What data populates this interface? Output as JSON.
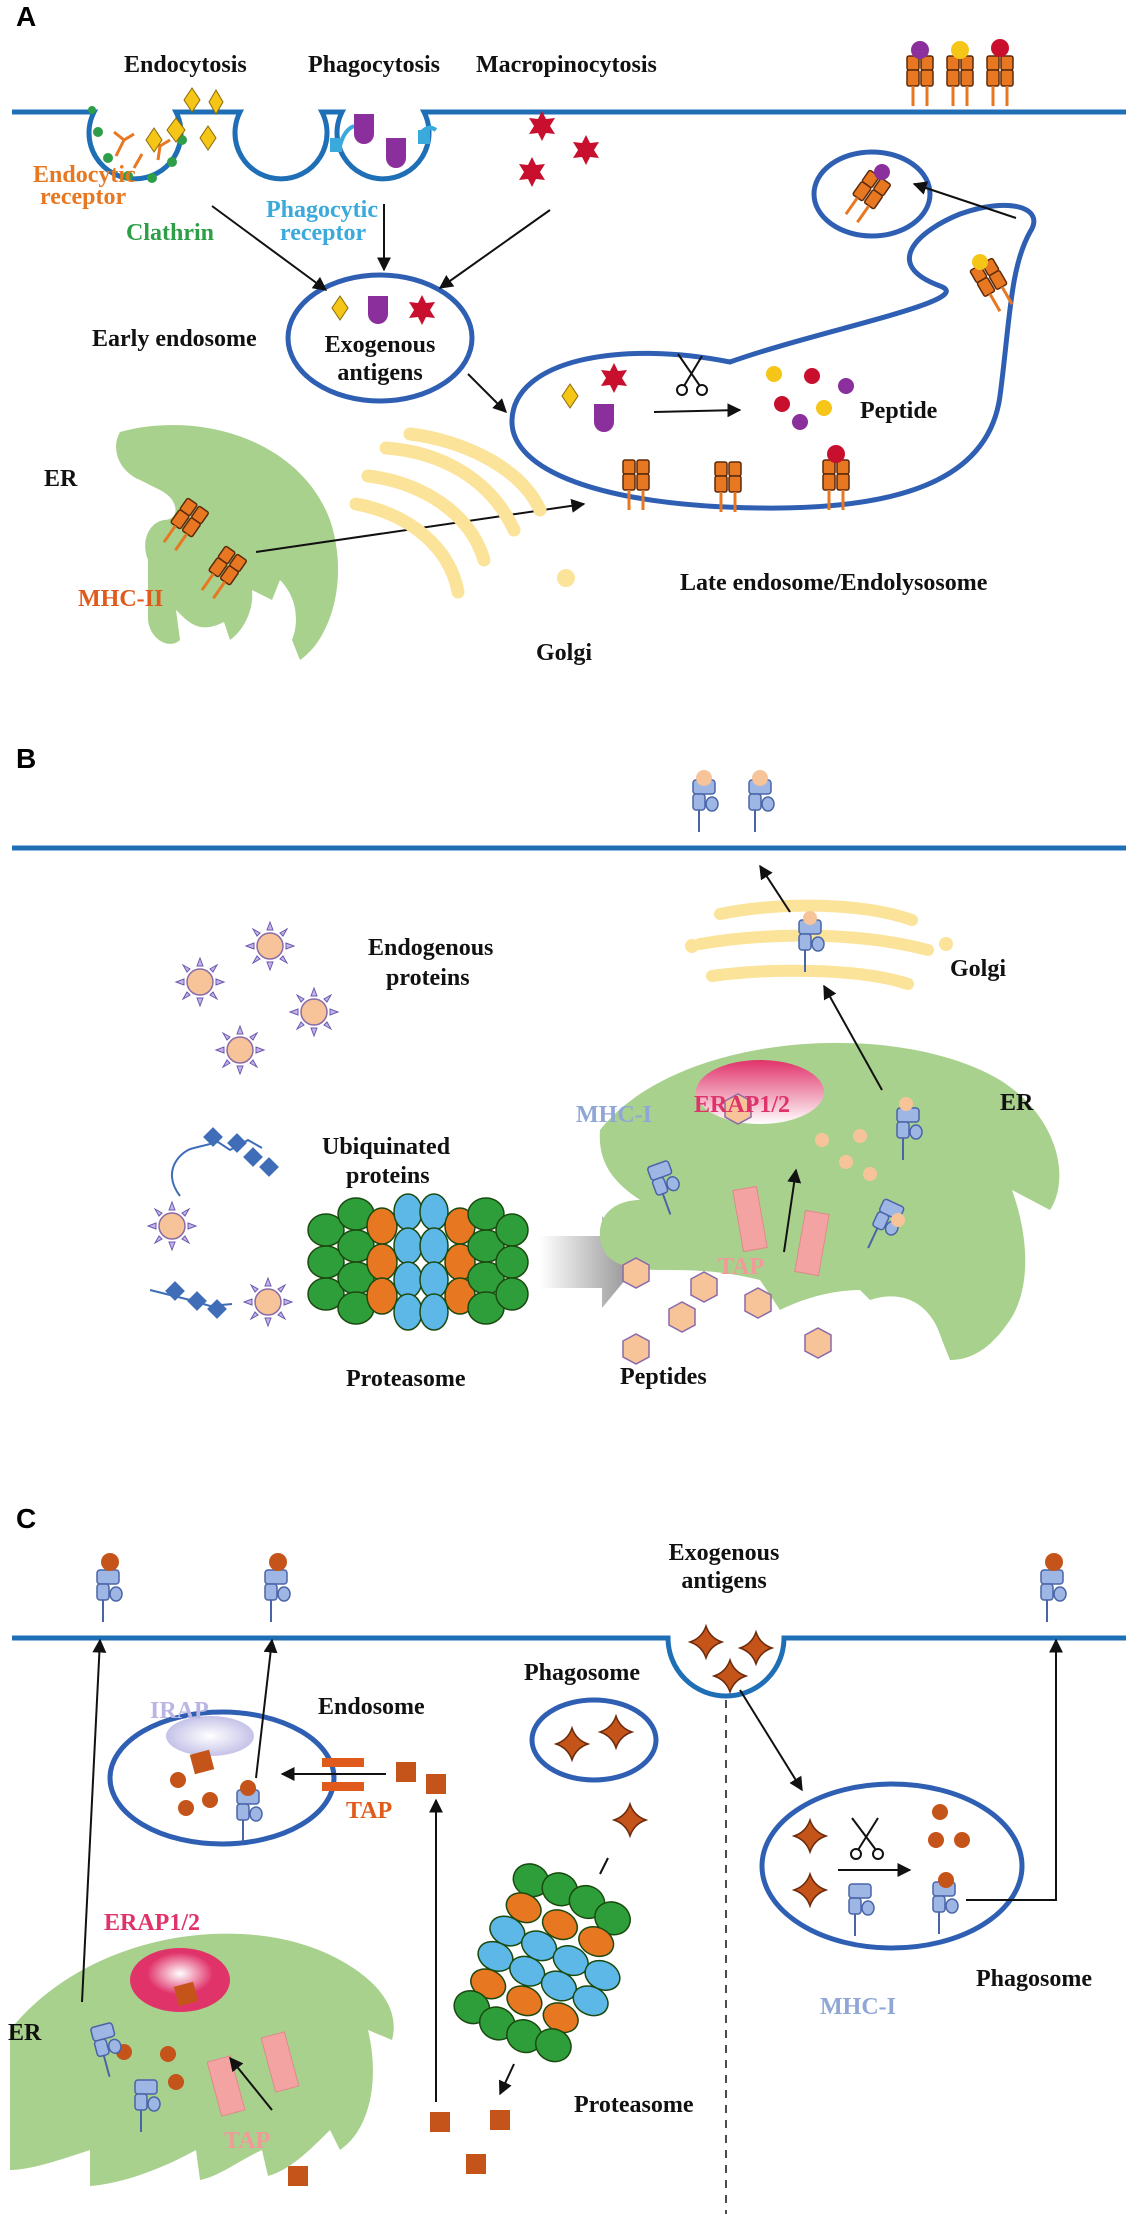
{
  "colors": {
    "membrane": "#1f6fb7",
    "vesicle_stroke": "#2f5fb3",
    "er": "#a9d18e",
    "golgi": "#fbe39a",
    "mhc2": "#e87722",
    "mhc1": "#9db6e4",
    "mhc1_stroke": "#4a64a8",
    "clathrin": "#2e9e48",
    "antigen_yellow": "#f5c518",
    "antigen_purple": "#8a2f9c",
    "antigen_red": "#c8102e",
    "peptide_orange": "#c4541a",
    "peptide_peach": "#f7c49a",
    "erap": "#e0336a",
    "tap_pink": "#f4a3a3",
    "proteasome_green": "#2e9e3a",
    "proteasome_blue": "#5db8e8",
    "ubiquitin": "#3f6db8",
    "endocytic_label": "#e87722",
    "clathrin_label": "#2e9e48",
    "phagocytic_label": "#3aa9dc",
    "mhc2_label": "#e05a1c",
    "mhc1_label": "#8fa6d6",
    "erap_label": "#e0336a",
    "tap_label": "#f29a9a",
    "irap_label": "#b9b6e3",
    "tap_c_label": "#e05a1c"
  },
  "panel_a": {
    "letter": "A",
    "endocytosis": "Endocytosis",
    "phagocytosis": "Phagocytosis",
    "macropinocytosis": "Macropinocytosis",
    "endocytic_receptor_1": "Endocytic",
    "endocytic_receptor_2": "receptor",
    "clathrin": "Clathrin",
    "phagocytic_receptor_1": "Phagocytic",
    "phagocytic_receptor_2": "receptor",
    "early_endosome": "Early endosome",
    "exogenous_antigens_1": "Exogenous",
    "exogenous_antigens_2": "antigens",
    "peptide": "Peptide",
    "er": "ER",
    "mhc2": "MHC-II",
    "late_endosome": "Late endosome/Endolysosome",
    "golgi": "Golgi"
  },
  "panel_b": {
    "letter": "B",
    "endogenous_1": "Endogenous",
    "endogenous_2": "proteins",
    "ubiquinated_1": "Ubiquinated",
    "ubiquinated_2": "proteins",
    "proteasome": "Proteasome",
    "golgi": "Golgi",
    "er": "ER",
    "mhc1": "MHC-I",
    "erap": "ERAP1/2",
    "tap": "TAP",
    "peptides": "Peptides"
  },
  "panel_c": {
    "letter": "C",
    "exogenous_1": "Exogenous",
    "exogenous_2": "antigens",
    "irap": "IRAP",
    "endosome": "Endosome",
    "tap_endosome": "TAP",
    "phagosome_top": "Phagosome",
    "erap": "ERAP1/2",
    "er": "ER",
    "tap_er": "TAP",
    "proteasome": "Proteasome",
    "mhc1": "MHC-I",
    "phagosome_right": "Phagosome"
  }
}
